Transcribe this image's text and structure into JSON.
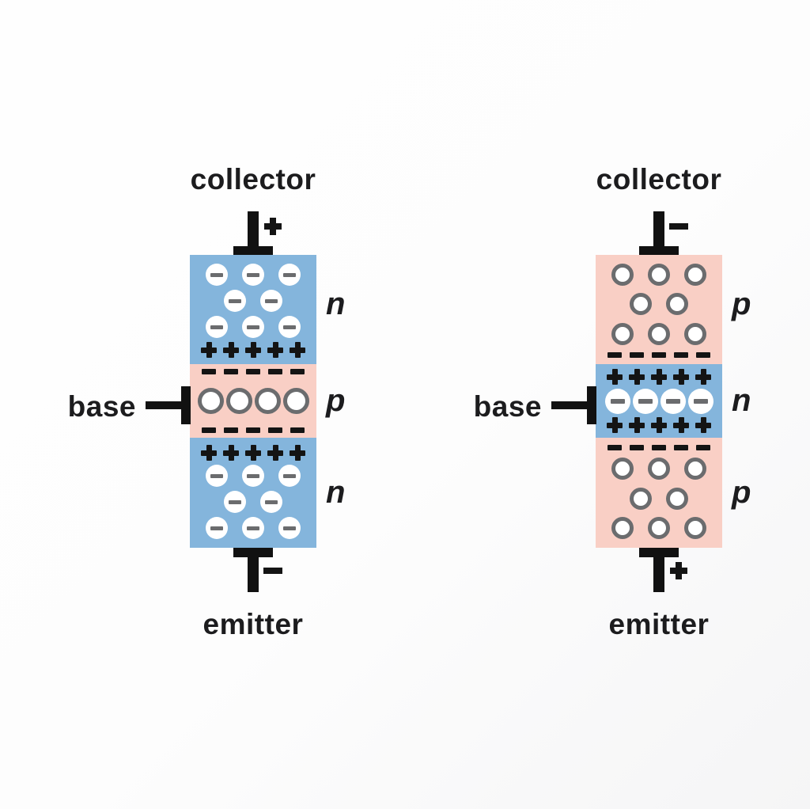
{
  "colors": {
    "n_region": "#84b5dc",
    "p_region": "#f9cfc5",
    "charge": "#141414",
    "carrier_outline": "#6b6c6e",
    "terminal": "#111111",
    "text": "#1c1c1e"
  },
  "diagrams": [
    {
      "collector": {
        "label": "collector",
        "sign": "+"
      },
      "base": {
        "label": "base"
      },
      "emitter": {
        "label": "emitter",
        "sign": "−"
      },
      "regions": [
        {
          "dopant": "n",
          "rows": [
            {
              "kind": "electron",
              "count": 3,
              "size": "normal"
            },
            {
              "kind": "electron",
              "count": 2,
              "size": "normal"
            },
            {
              "kind": "electron",
              "count": 3,
              "size": "normal"
            },
            {
              "kind": "plus",
              "count": 5
            }
          ]
        },
        {
          "dopant": "p",
          "rows": [
            {
              "kind": "minus",
              "count": 5
            },
            {
              "kind": "hole",
              "count": 4,
              "size": "big"
            },
            {
              "kind": "minus",
              "count": 5
            }
          ]
        },
        {
          "dopant": "n",
          "rows": [
            {
              "kind": "plus",
              "count": 5
            },
            {
              "kind": "electron",
              "count": 3,
              "size": "normal"
            },
            {
              "kind": "electron",
              "count": 2,
              "size": "normal"
            },
            {
              "kind": "electron",
              "count": 3,
              "size": "normal"
            }
          ]
        }
      ]
    },
    {
      "collector": {
        "label": "collector",
        "sign": "−"
      },
      "base": {
        "label": "base"
      },
      "emitter": {
        "label": "emitter",
        "sign": "+"
      },
      "regions": [
        {
          "dopant": "p",
          "rows": [
            {
              "kind": "hole",
              "count": 3,
              "size": "normal"
            },
            {
              "kind": "hole",
              "count": 2,
              "size": "normal"
            },
            {
              "kind": "hole",
              "count": 3,
              "size": "normal"
            },
            {
              "kind": "minus",
              "count": 5
            }
          ]
        },
        {
          "dopant": "n",
          "rows": [
            {
              "kind": "plus",
              "count": 5
            },
            {
              "kind": "electron",
              "count": 4,
              "size": "big"
            },
            {
              "kind": "plus",
              "count": 5
            }
          ]
        },
        {
          "dopant": "p",
          "rows": [
            {
              "kind": "minus",
              "count": 5
            },
            {
              "kind": "hole",
              "count": 3,
              "size": "normal"
            },
            {
              "kind": "hole",
              "count": 2,
              "size": "normal"
            },
            {
              "kind": "hole",
              "count": 3,
              "size": "normal"
            }
          ]
        }
      ]
    }
  ]
}
